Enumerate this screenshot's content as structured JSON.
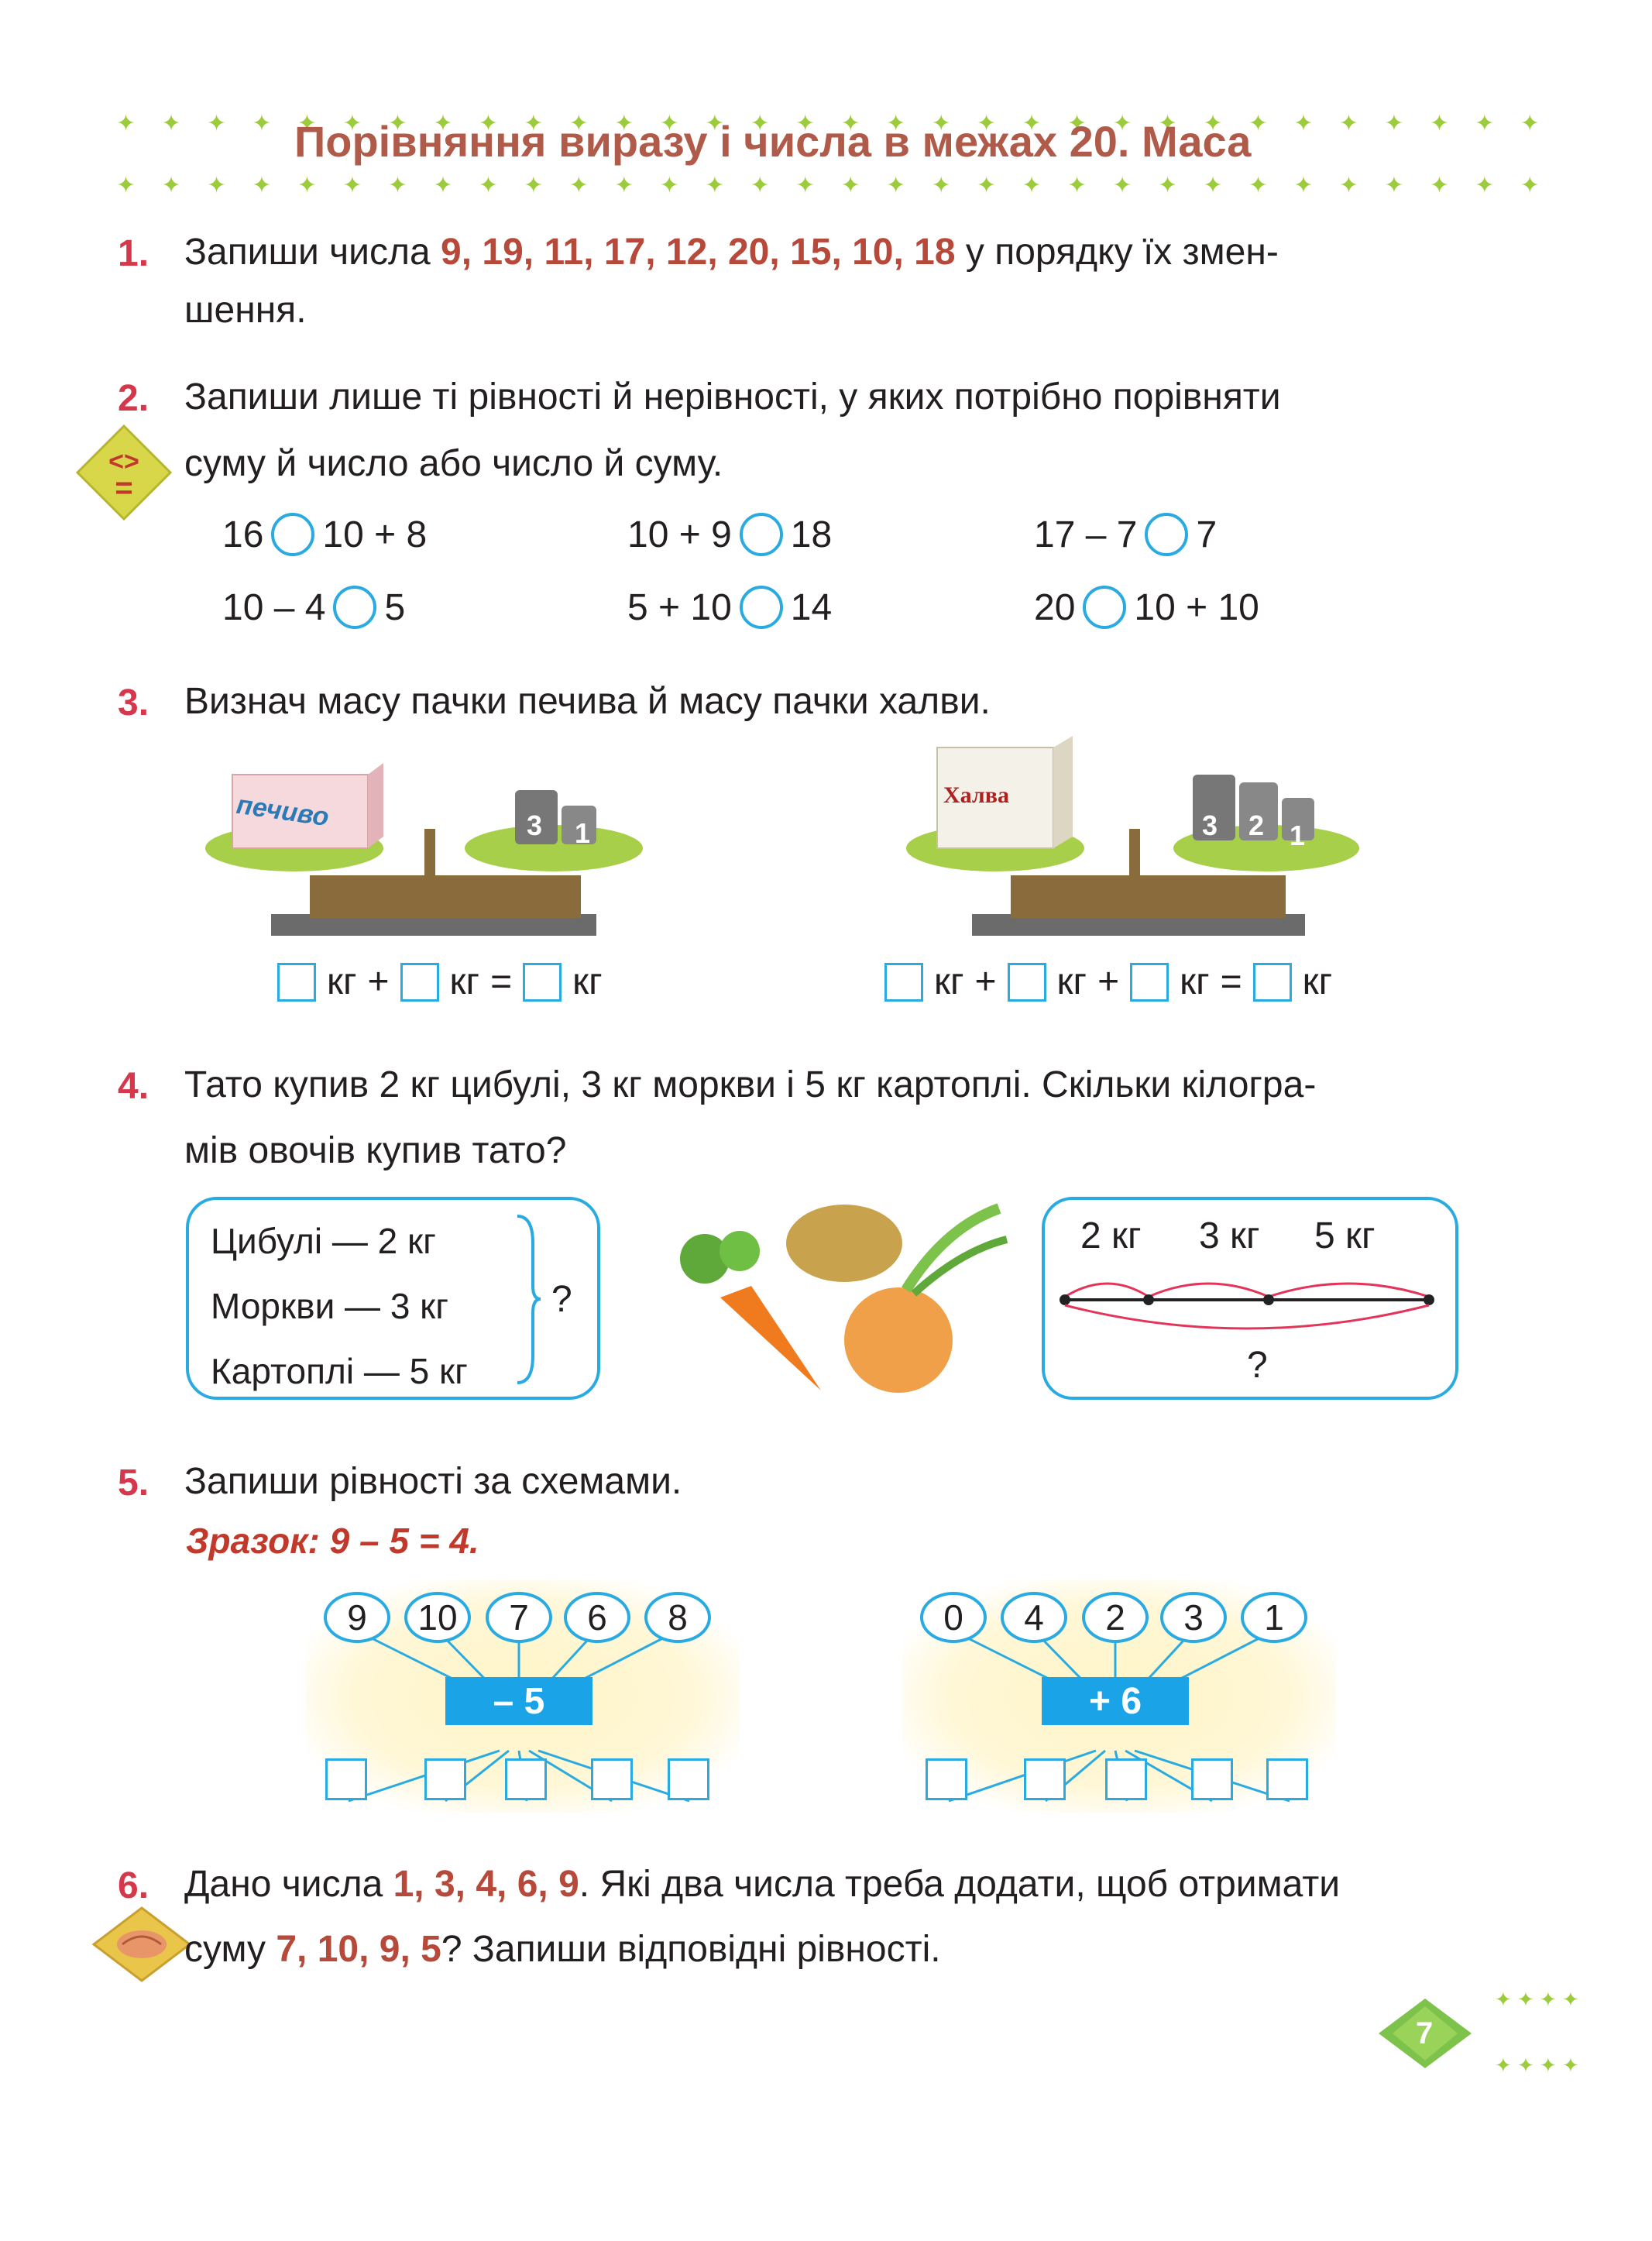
{
  "header": {
    "title": "Порівняння виразу і числа в межах 20. Маса"
  },
  "tasks": {
    "t1": {
      "num": "1.",
      "before": "Запиши числа ",
      "numbers": "9, 19, 11, 17, 12, 20, 15, 10, 18",
      "after": " у порядку їх змен-",
      "line2": "шення."
    },
    "t2": {
      "num": "2.",
      "line1": "Запиши лише ті рівності й нерівності, у яких потрібно порівняти",
      "line2": "суму й число або число й суму.",
      "items": [
        {
          "left": "16",
          "right": "10 + 8"
        },
        {
          "left": "10 + 9",
          "right": "18"
        },
        {
          "left": "17 – 7",
          "right": "7"
        },
        {
          "left": "10 – 4",
          "right": "5"
        },
        {
          "left": "5 + 10",
          "right": "14"
        },
        {
          "left": "20",
          "right": "10 + 10"
        }
      ]
    },
    "t3": {
      "num": "3.",
      "line1": "Визнач масу пачки печива й масу пачки халви.",
      "cookie_label": "печиво",
      "halva_label": "Халва",
      "weights_left": [
        "3",
        "1"
      ],
      "weights_right": [
        "3",
        "2",
        "1"
      ],
      "unit": "кг",
      "plus": "+",
      "equals": "="
    },
    "t4": {
      "num": "4.",
      "line1": "Тато купив 2 кг цибулі, 3 кг моркви і 5 кг картоплі. Скільки кілогра-",
      "line2": "мів овочів купив тато?",
      "list": [
        "Цибулі — 2 кг",
        "Моркви — 3 кг",
        "Картоплі — 5 кг"
      ],
      "question": "?",
      "segments": [
        "2 кг",
        "3 кг",
        "5 кг"
      ],
      "total_question": "?"
    },
    "t5": {
      "num": "5.",
      "line1": "Запиши рівності за схемами.",
      "sample": "Зразок: 9 – 5 = 4.",
      "left": {
        "inputs": [
          "9",
          "10",
          "7",
          "6",
          "8"
        ],
        "op": "– 5"
      },
      "right": {
        "inputs": [
          "0",
          "4",
          "2",
          "3",
          "1"
        ],
        "op": "+ 6"
      }
    },
    "t6": {
      "num": "6.",
      "l1a": "Дано числа ",
      "l1nums": "1, 3, 4, 6, 9",
      "l1b": ". Які два числа треба додати, щоб отримати",
      "l2a": "суму ",
      "l2nums": "7, 10, 9, 5",
      "l2b": "?  Запиши відповідні рівності."
    }
  },
  "page_number": "7",
  "colors": {
    "accent_blue": "#29abe2",
    "task_number": "#d6384b",
    "highlight": "#b7493a",
    "title": "#b05a4a",
    "stars": "#9ccb3b"
  }
}
